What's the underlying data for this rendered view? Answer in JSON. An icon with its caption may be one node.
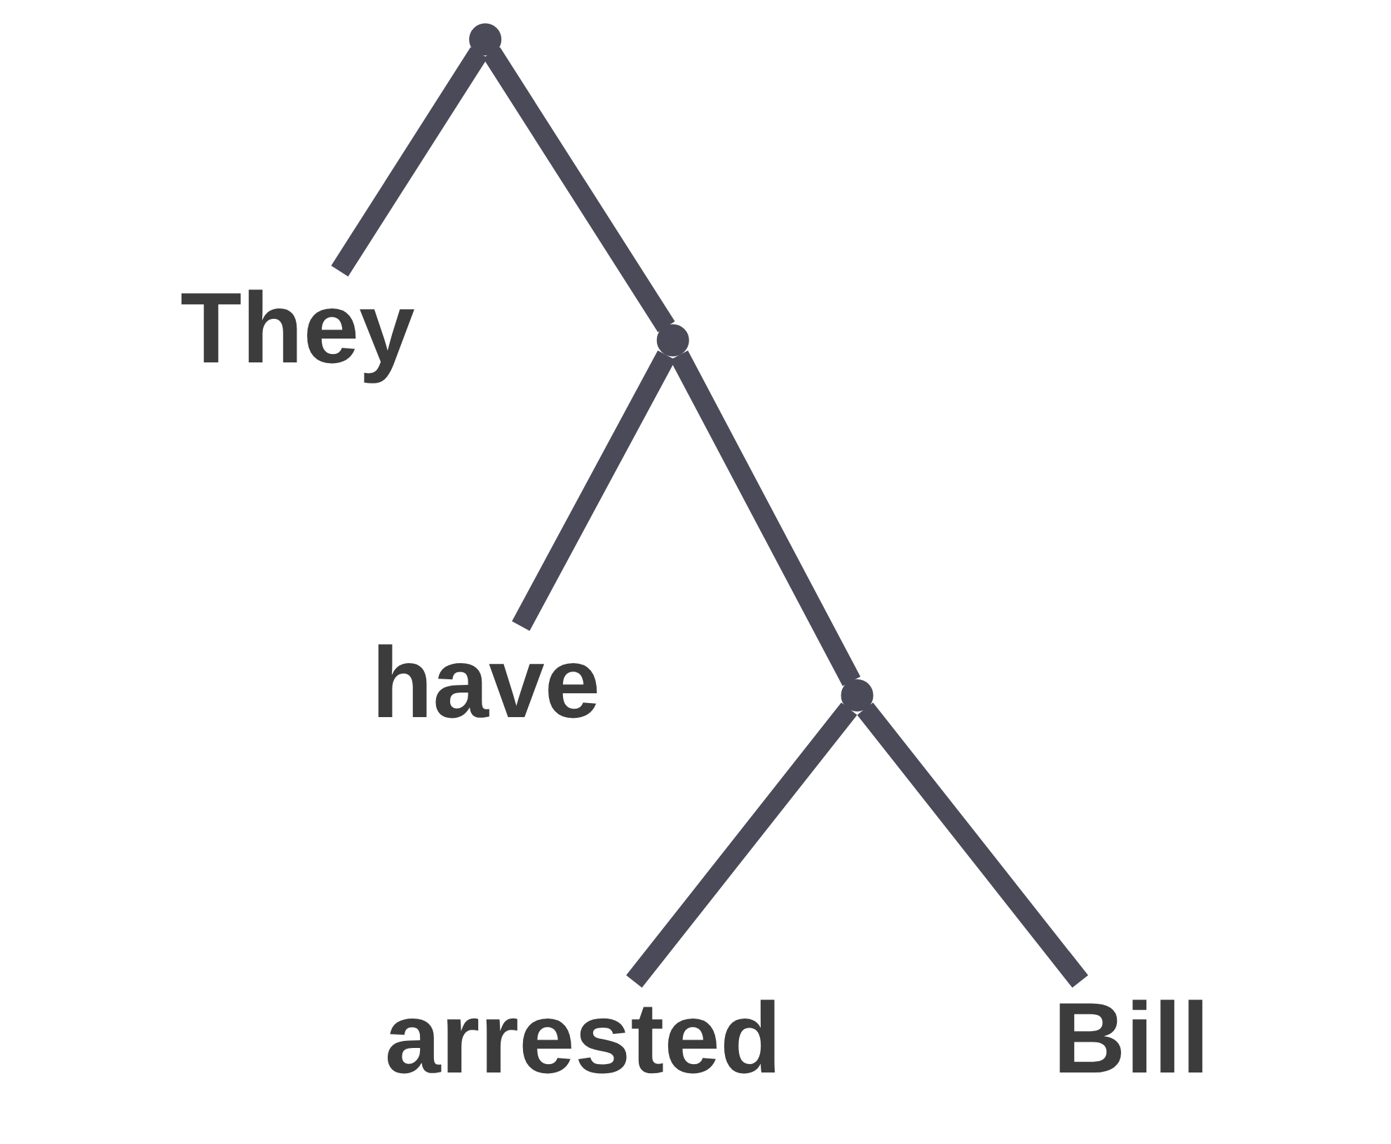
{
  "diagram": {
    "nodes": [
      {
        "text": [],
        "shape": "point"
      },
      {
        "text": [
          "They"
        ]
      },
      {
        "text": [],
        "shape": "point"
      },
      {
        "text": [
          "have"
        ]
      },
      {
        "text": [],
        "shape": "point"
      },
      {
        "text": [
          "arrested"
        ]
      },
      {
        "text": [
          "Bill"
        ]
      }
    ],
    "edges": [
      {
        "from": 0,
        "to": 1,
        "arrow": "none"
      },
      {
        "from": 0,
        "to": 2,
        "arrow": "none"
      },
      {
        "from": 2,
        "to": 3,
        "arrow": "none"
      },
      {
        "from": 2,
        "to": 4,
        "arrow": "none"
      },
      {
        "from": 4,
        "to": 5,
        "arrow": "none"
      },
      {
        "from": 4,
        "to": 6,
        "arrow": "none"
      }
    ]
  }
}
